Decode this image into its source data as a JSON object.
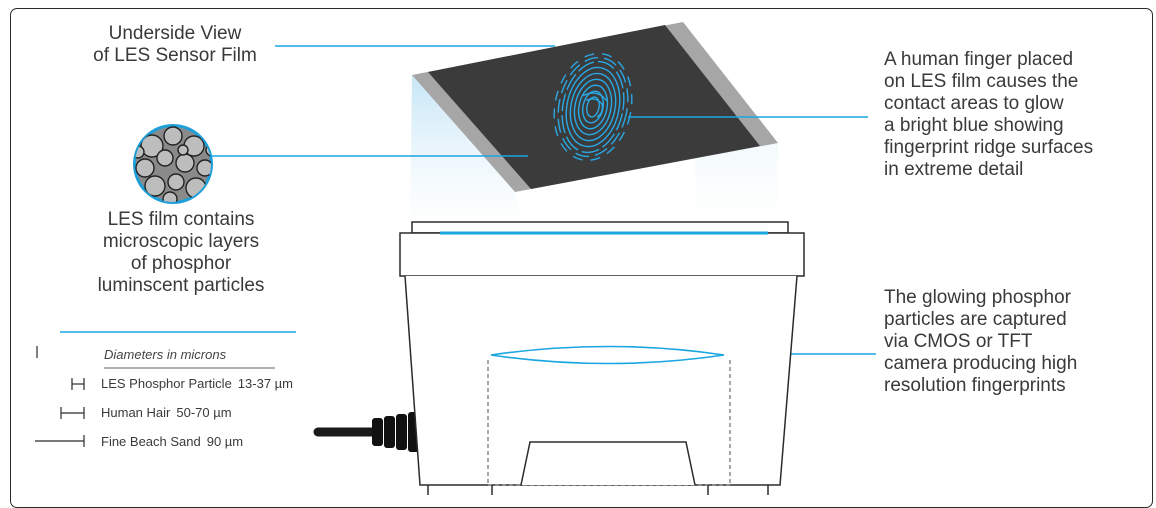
{
  "film_title": "Underside View\nof LES Sensor Film",
  "particles_description": "LES film contains\nmicroscopic layers\nof phosphor\nluminscent particles",
  "finger_description": "A human finger placed\non LES film causes the\ncontact areas to glow\na bright blue showing\nfingerprint ridge surfaces\nin extreme detail",
  "capture_description": "The glowing phosphor\nparticles are captured\nvia CMOS or TFT\ncamera producing high\nresolution fingerprints",
  "scale": {
    "title": "Diameters in microns",
    "items": [
      {
        "name": "LES Phosphor Particle",
        "value": "13-37 µm"
      },
      {
        "name": "Human Hair",
        "value": "50-70 µm"
      },
      {
        "name": "Fine Beach Sand",
        "value": "90 µm"
      }
    ]
  },
  "colors": {
    "accent_blue": "#1aa6e0",
    "film_dark": "#3a3a3a",
    "film_edge": "#a6a6a6",
    "outline": "#2b2b2b"
  },
  "icons": [
    "fingerprint-icon",
    "phosphor-particle-icon",
    "usb-cable-icon"
  ]
}
